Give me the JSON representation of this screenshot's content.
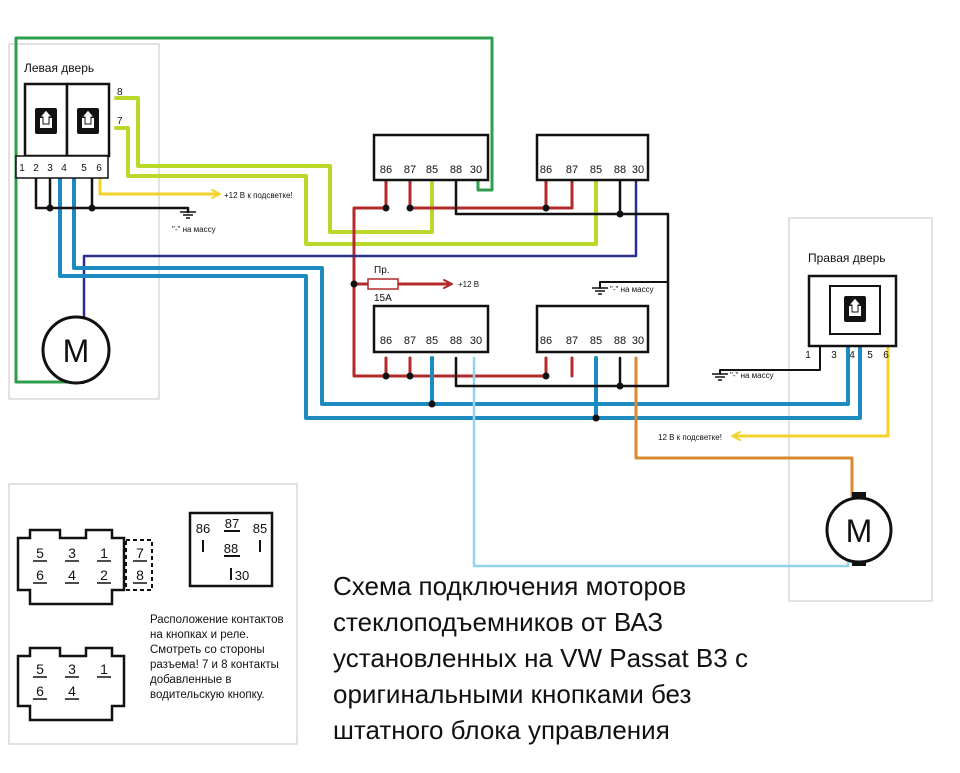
{
  "left_door": {
    "label": "Левая дверь",
    "switch_pins": [
      "1",
      "2",
      "3",
      "4",
      "5",
      "6"
    ],
    "extra_pins": [
      "8",
      "7"
    ],
    "motor_label": "M"
  },
  "right_door": {
    "label": "Правая дверь",
    "switch_pins": [
      "1",
      "3",
      "4",
      "5",
      "6"
    ],
    "motor_label": "M"
  },
  "relays": {
    "pins": [
      "86",
      "87",
      "85",
      "88",
      "30"
    ]
  },
  "fuse": {
    "label": "Пр.",
    "rating": "15A",
    "supply": "+12 В"
  },
  "annotations": {
    "backlight_left": "+12 В к подсветке!",
    "backlight_right": "12 В к подсветке!",
    "ground": "\"-\" на массу"
  },
  "legend": {
    "connector_top_row1": [
      "5",
      "3",
      "1"
    ],
    "connector_top_row2": [
      "6",
      "4",
      "2"
    ],
    "connector_top_extra": [
      "7",
      "8"
    ],
    "connector_bottom_row1": [
      "5",
      "3",
      "1"
    ],
    "connector_bottom_row2": [
      "6",
      "4"
    ],
    "relay_pins": [
      "86",
      "87",
      "85",
      "88",
      "30"
    ],
    "caption_lines": [
      "Расположение контактов",
      "на кнопках и реле.",
      "Смотреть со стороны",
      "разъема! 7 и 8 контакты",
      "добавленные  в",
      "водительскую кнопку."
    ]
  },
  "title_lines": [
    "Схема подключения моторов",
    "стеклоподъемников от ВАЗ",
    "установленных на VW Passat B3 с",
    "оригинальными кнопками без",
    "штатного блока управления"
  ],
  "wire_colors": {
    "green": "#2e9e4e",
    "lime": "#b8d82a",
    "yellow": "#f2d22b",
    "red": "#b22a2a",
    "navy": "#2c2f8a",
    "blue": "#1e8bc0",
    "lightblue": "#8fd3ec",
    "orange": "#d9892e",
    "black": "#111111"
  }
}
